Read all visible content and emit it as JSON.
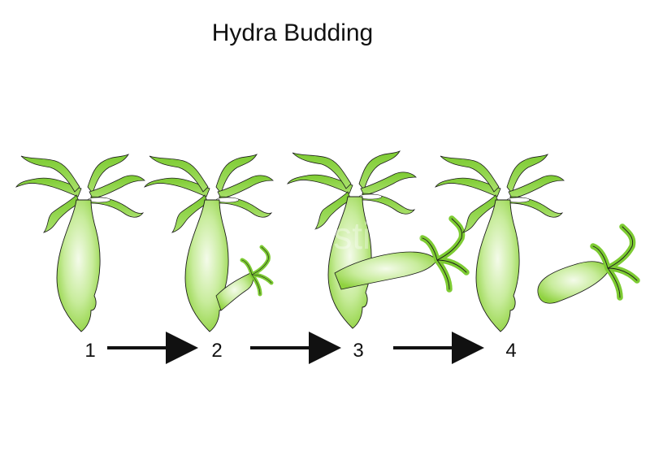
{
  "title": "Hydra Budding",
  "watermark": "dreamstime",
  "colors": {
    "body_fill_light": "#f4fbea",
    "body_fill_dark": "#8fd23f",
    "outline": "#1a1a1a",
    "arrow": "#111111"
  },
  "stages": [
    {
      "label": "1"
    },
    {
      "label": "2"
    },
    {
      "label": "3"
    },
    {
      "label": "4"
    }
  ]
}
